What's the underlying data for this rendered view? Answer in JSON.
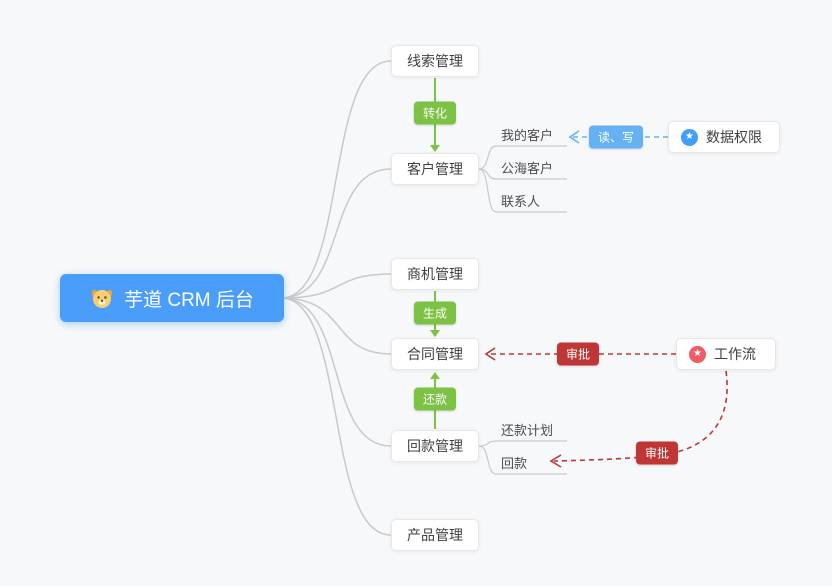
{
  "root": {
    "label": "芋道 CRM 后台",
    "icon": "dog-face"
  },
  "modules": [
    {
      "label": "线索管理"
    },
    {
      "label": "客户管理"
    },
    {
      "label": "商机管理"
    },
    {
      "label": "合同管理"
    },
    {
      "label": "回款管理"
    },
    {
      "label": "产品管理"
    }
  ],
  "customer_children": [
    {
      "label": "我的客户"
    },
    {
      "label": "公海客户"
    },
    {
      "label": "联系人"
    }
  ],
  "receivable_children": [
    {
      "label": "还款计划"
    },
    {
      "label": "回款"
    }
  ],
  "external": [
    {
      "label": "数据权限",
      "icon": "star",
      "icon_color": "#409eff"
    },
    {
      "label": "工作流",
      "icon": "star",
      "icon_color": "#ef5b68"
    }
  ],
  "edges": [
    {
      "from": "线索管理",
      "to": "客户管理",
      "label": "转化",
      "style": "solid-green-arrow"
    },
    {
      "from": "商机管理",
      "to": "合同管理",
      "label": "生成",
      "style": "solid-green-arrow"
    },
    {
      "from": "回款管理",
      "to": "合同管理",
      "label": "还款",
      "style": "solid-green-arrow"
    },
    {
      "from": "数据权限",
      "to": "我的客户",
      "label": "读、写",
      "style": "dashed-blue-arrow"
    },
    {
      "from": "工作流",
      "to": "合同管理",
      "label": "审批",
      "style": "dashed-red-arrow"
    },
    {
      "from": "工作流",
      "to": "回款",
      "label": "审批",
      "style": "dashed-red-arrow"
    }
  ],
  "icons": {
    "star_glyph": "★"
  },
  "colors": {
    "background": "#f7f8fa",
    "root_bg": "#4a9df8",
    "green_accent": "#7cc244",
    "blue_accent": "#66b1f2",
    "red_accent": "#bf3636",
    "connector_gray": "#c9c9c9",
    "star_blue": "#409eff",
    "star_red": "#ef5b68"
  }
}
